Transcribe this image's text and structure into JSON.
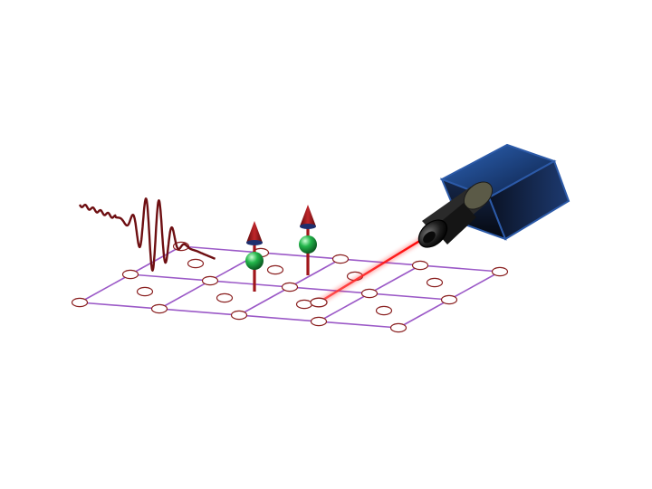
{
  "diagram": {
    "lattice_line_color": "#9b59c7",
    "site_fill": "#ffffff",
    "site_stroke": "#8a2020",
    "wavepacket_color": "#6e0f12",
    "laser_color": "#ff2020",
    "atom_color": "#1faa3c",
    "spin_arrow_color": "#a0161a",
    "spin_arrow_tip": "#1e2f6e",
    "camera_body_color": "#0f1a30",
    "camera_edge_color": "#2c5aa8",
    "lens_color": "#1a1a1a",
    "spins": [
      {
        "direction": "up",
        "site": "row2-col2"
      },
      {
        "direction": "up",
        "site": "row2-col3"
      }
    ]
  }
}
